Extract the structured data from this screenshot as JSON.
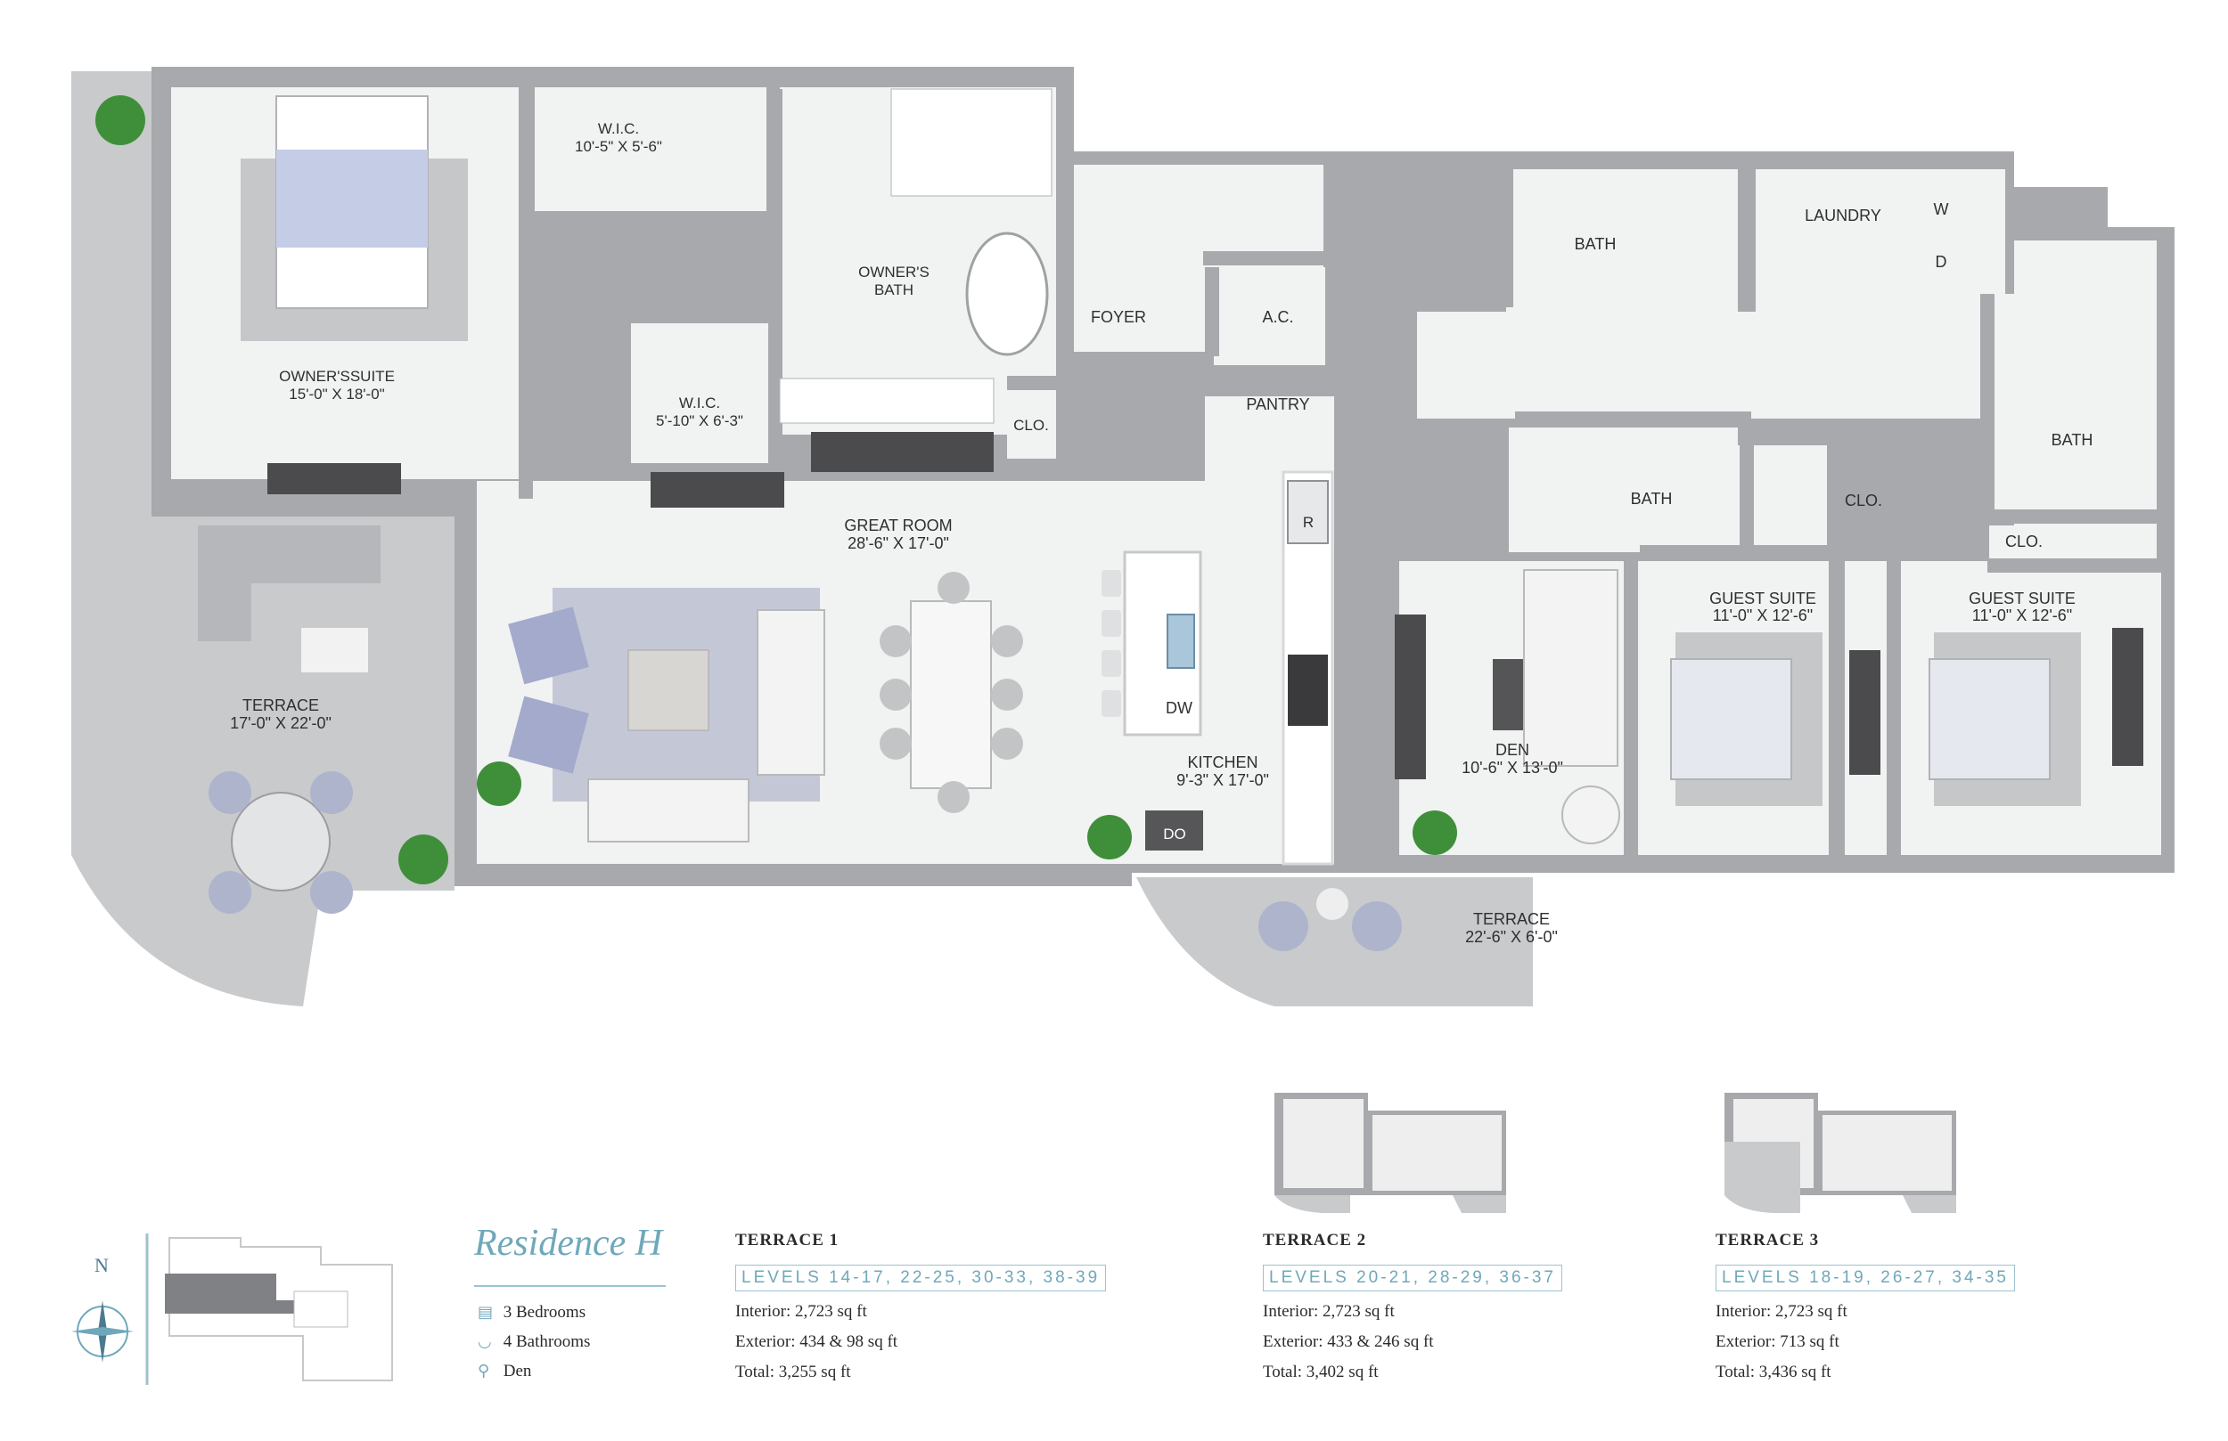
{
  "rooms": {
    "owners_suite": {
      "name": "OWNER'SSUITE",
      "dim": "15'-0\" X 18'-0\""
    },
    "wic_1": {
      "name": "W.I.C.",
      "dim": "10'-5\" X 5'-6\""
    },
    "wic_2": {
      "name": "W.I.C.",
      "dim": "5'-10\" X 6'-3\""
    },
    "owners_bath": {
      "name1": "OWNER'S",
      "name2": "BATH"
    },
    "foyer": {
      "name": "FOYER"
    },
    "ac": {
      "name": "A.C."
    },
    "pantry": {
      "name": "PANTRY"
    },
    "clo_main": {
      "name": "CLO."
    },
    "bath_1": {
      "name": "BATH"
    },
    "laundry": {
      "name": "LAUNDRY"
    },
    "washer": {
      "name": "W"
    },
    "dryer": {
      "name": "D"
    },
    "bath_2": {
      "name": "BATH"
    },
    "bath_3": {
      "name": "BATH"
    },
    "clo_2": {
      "name": "CLO."
    },
    "clo_3": {
      "name": "CLO."
    },
    "great_room": {
      "name": "GREAT ROOM",
      "dim": "28'-6\" X 17'-0\""
    },
    "kitchen": {
      "name": "KITCHEN",
      "dim": "9'-3\" X 17'-0\""
    },
    "fridge": {
      "name": "R"
    },
    "dishwasher": {
      "name": "DW"
    },
    "double_oven": {
      "name": "DO"
    },
    "den": {
      "name": "DEN",
      "dim": "10'-6\" X 13'-0\""
    },
    "guest_suite_1": {
      "name": "GUEST SUITE",
      "dim": "11'-0\" X 12'-6\""
    },
    "guest_suite_2": {
      "name": "GUEST SUITE",
      "dim": "11'-0\" X 12'-6\""
    },
    "terrace_west": {
      "name": "TERRACE",
      "dim": "17'-0\" X 22'-0\""
    },
    "terrace_south": {
      "name": "TERRACE",
      "dim": "22'-6\" X 6'-0\""
    }
  },
  "compass": {
    "north_label": "N"
  },
  "residence": {
    "title": "Residence H",
    "features": [
      {
        "icon": "bed-icon",
        "label": "3 Bedrooms"
      },
      {
        "icon": "bathtub-icon",
        "label": "4 Bathrooms"
      },
      {
        "icon": "desk-lamp-icon",
        "label": "Den"
      }
    ]
  },
  "terraces": [
    {
      "title": "TERRACE 1",
      "levels": "LEVELS 14-17, 22-25, 30-33, 38-39",
      "interior": "Interior: 2,723 sq ft",
      "exterior": "Exterior: 434 & 98 sq ft",
      "total": "Total: 3,255 sq ft"
    },
    {
      "title": "TERRACE 2",
      "levels": "LEVELS 20-21, 28-29, 36-37",
      "interior": "Interior: 2,723 sq ft",
      "exterior": "Exterior: 433 & 246 sq ft",
      "total": "Total: 3,402 sq ft"
    },
    {
      "title": "TERRACE 3",
      "levels": "LEVELS 18-19, 26-27, 34-35",
      "interior": "Interior: 2,723 sq ft",
      "exterior": "Exterior: 713 sq ft",
      "total": "Total: 3,436 sq ft"
    }
  ],
  "colors": {
    "accent": "#6fa8ba",
    "wall": "#a7a9ac",
    "floor": "#f1f2f2",
    "terrace": "#c9cacc"
  }
}
